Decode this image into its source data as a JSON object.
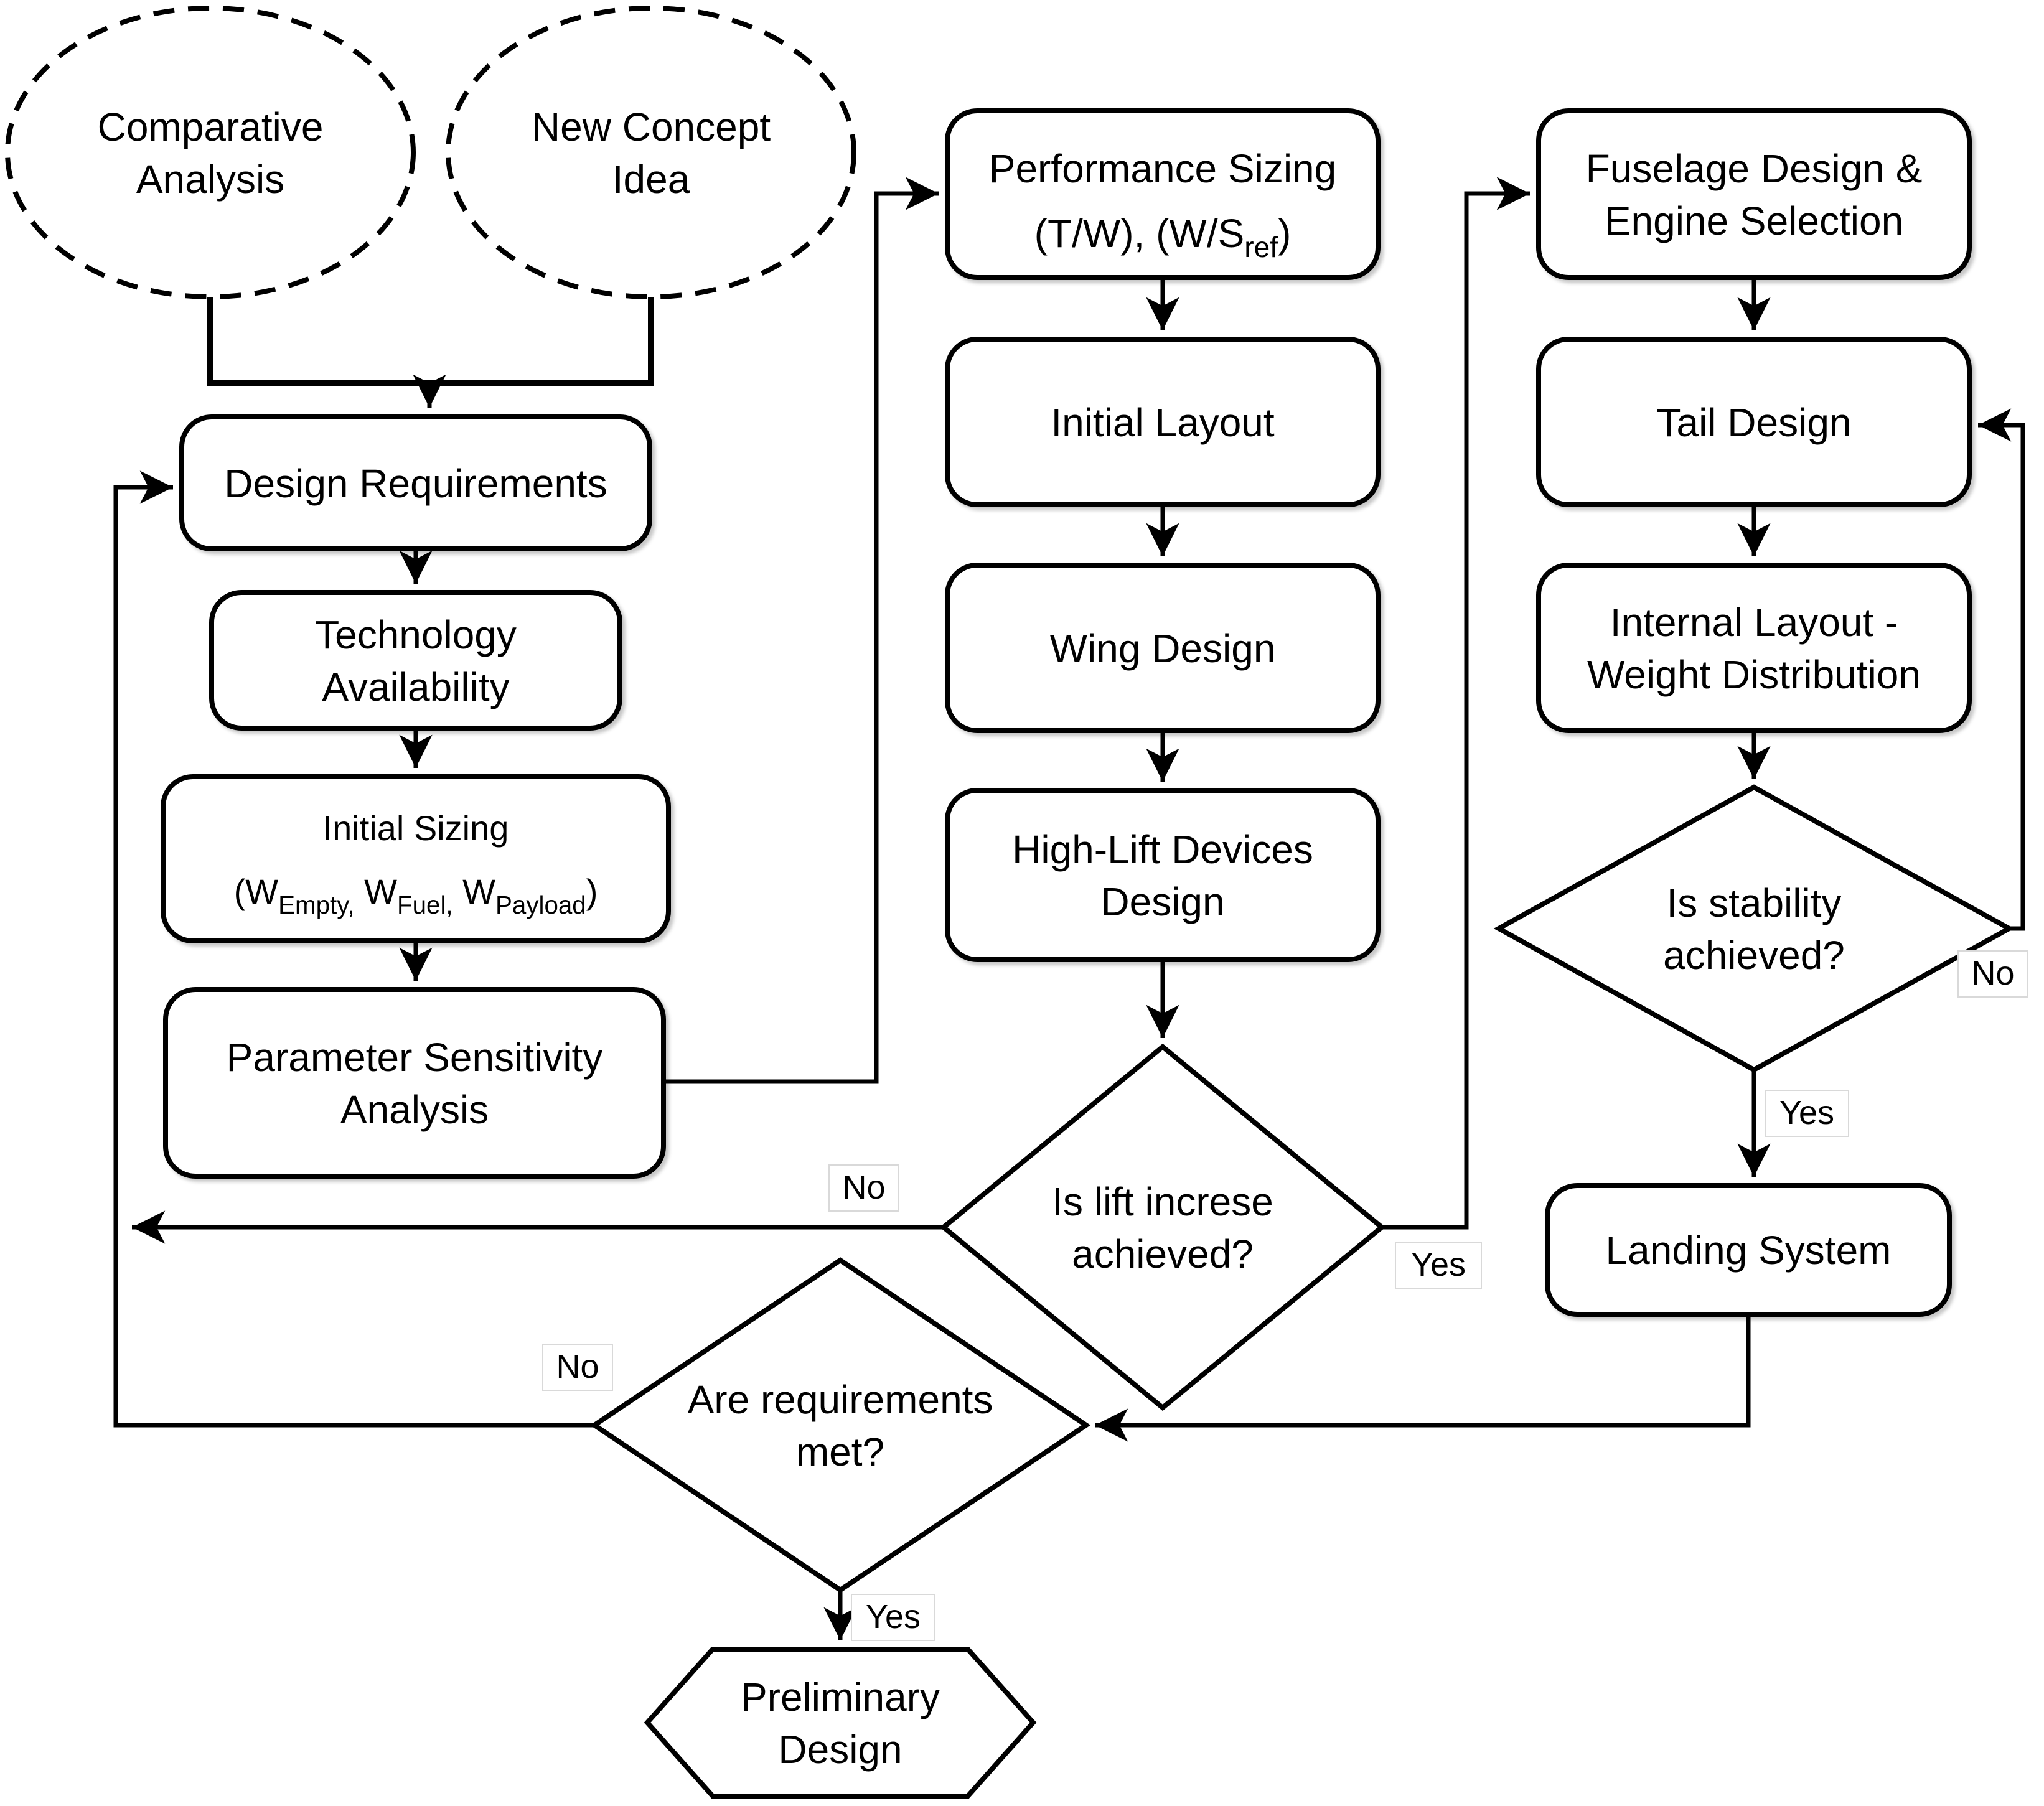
{
  "diagram": {
    "background_color": "#ffffff",
    "line_color": "#000000",
    "text_color": "#000000",
    "label_background": "#ffffff",
    "nodes": {
      "comparative_analysis": {
        "lines": [
          "Comparative",
          "Analysis"
        ]
      },
      "new_concept_idea": {
        "lines": [
          "New Concept",
          "Idea"
        ]
      },
      "design_requirements": {
        "lines": [
          "Design Requirements"
        ]
      },
      "technology_availability": {
        "lines": [
          "Technology",
          "Availability"
        ]
      },
      "initial_sizing": {
        "lines": [
          "Initial Sizing"
        ],
        "formula_runs": [
          {
            "t": "(W"
          },
          {
            "t": "Empty,",
            "sub": true
          },
          {
            "t": " W"
          },
          {
            "t": "Fuel,",
            "sub": true
          },
          {
            "t": " W"
          },
          {
            "t": "Payload",
            "sub": true
          },
          {
            "t": ")"
          }
        ]
      },
      "parameter_sensitivity_analysis": {
        "lines": [
          "Parameter Sensitivity",
          "Analysis"
        ]
      },
      "performance_sizing": {
        "lines": [
          "Performance Sizing"
        ],
        "formula_runs": [
          {
            "t": "(T/W), (W/S"
          },
          {
            "t": "ref",
            "sub": true
          },
          {
            "t": ")"
          }
        ]
      },
      "initial_layout": {
        "lines": [
          "Initial Layout"
        ]
      },
      "wing_design": {
        "lines": [
          "Wing Design"
        ]
      },
      "high_lift_devices_design": {
        "lines": [
          "High-Lift Devices",
          "Design"
        ]
      },
      "lift_increase_decision": {
        "lines": [
          "Is lift increse",
          "achieved?"
        ]
      },
      "fuselage_design_engine_selection": {
        "lines": [
          "Fuselage Design &",
          "Engine Selection"
        ]
      },
      "tail_design": {
        "lines": [
          "Tail Design"
        ]
      },
      "internal_layout_weight_distribution": {
        "lines": [
          "Internal Layout -",
          "Weight Distribution"
        ]
      },
      "stability_decision": {
        "lines": [
          "Is stability",
          "achieved?"
        ]
      },
      "landing_system": {
        "lines": [
          "Landing System"
        ]
      },
      "requirements_decision": {
        "lines": [
          "Are requirements",
          "met?"
        ]
      },
      "preliminary_design": {
        "lines": [
          "Preliminary",
          "Design"
        ]
      }
    },
    "edge_labels": {
      "lift_no": "No",
      "lift_yes": "Yes",
      "stability_no": "No",
      "stability_yes": "Yes",
      "requirements_no": "No",
      "requirements_yes": "Yes"
    }
  }
}
